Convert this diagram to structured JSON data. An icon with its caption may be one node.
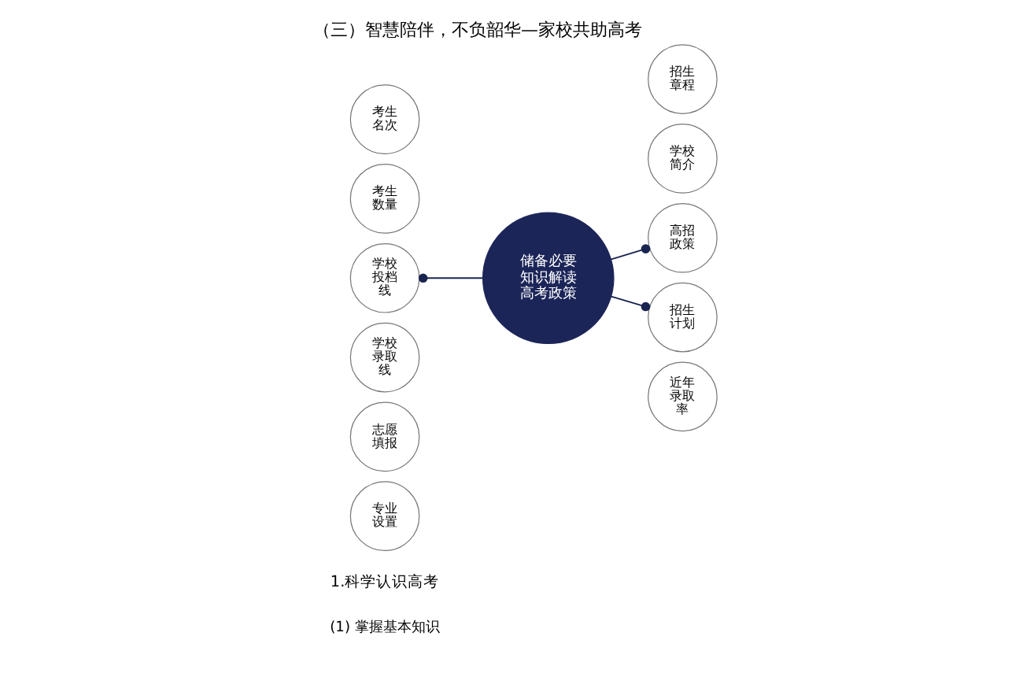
{
  "diagram": {
    "title": "（三）智慧陪伴，不负韶华—家校共助高考",
    "nodes": [
      {
        "text": [
          "专业设置"
        ]
      },
      {
        "text": [
          "近年录取率"
        ]
      },
      {
        "text": [
          "志愿填报"
        ]
      },
      {
        "text": [
          "学校录取线"
        ]
      },
      {
        "text": [
          "储备必要知识解读高考政策"
        ]
      },
      {
        "text": [
          "考生数量"
        ]
      },
      {
        "text": [
          "高招政策"
        ]
      },
      {
        "text": [
          "学校简介"
        ]
      },
      {
        "text": [
          "考生名次"
        ]
      },
      {
        "text": [
          "学校投档线"
        ]
      },
      {
        "text": [
          "招生计划"
        ]
      },
      {
        "text": [
          "招生章程"
        ]
      }
    ],
    "edges": [
      {
        "from": 4,
        "to": 6,
        "arrow": "other"
      },
      {
        "from": 4,
        "to": 10,
        "arrow": "other"
      },
      {
        "from": 4,
        "to": 9,
        "arrow": "other"
      }
    ],
    "labels": [
      "1.科学认识高考",
      "(1) 掌握基本知识"
    ]
  }
}
